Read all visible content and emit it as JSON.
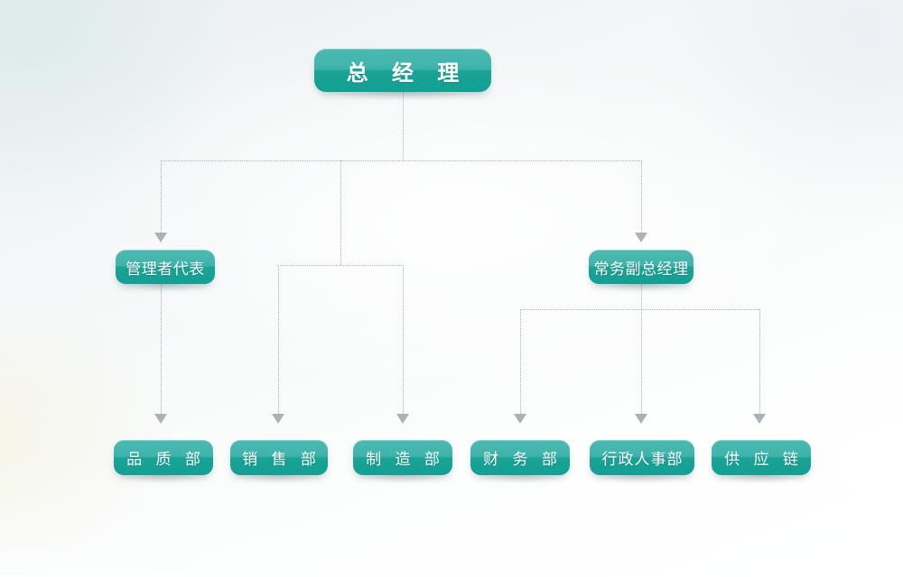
{
  "chart": {
    "type": "org-chart",
    "title": "",
    "theme_color": "#2aa89c",
    "connector_color": "#aab3bb",
    "background": "#f4f7f8",
    "levels": [
      {
        "level": 1,
        "nodes": [
          {
            "id": "general-manager",
            "label": "总 经 理"
          }
        ]
      },
      {
        "level": 2,
        "nodes": [
          {
            "id": "management-representative",
            "label": "管理者代表"
          },
          {
            "id": "executive-deputy-general-manager",
            "label": "常务副总经理"
          }
        ]
      },
      {
        "level": 3,
        "nodes": [
          {
            "id": "quality-department",
            "label": "品 质 部"
          },
          {
            "id": "sales-department",
            "label": "销 售 部"
          },
          {
            "id": "manufacturing-department",
            "label": "制 造 部"
          },
          {
            "id": "finance-department",
            "label": "财 务 部"
          },
          {
            "id": "administration-hr-department",
            "label": "行政人事部"
          },
          {
            "id": "supply-chain",
            "label": "供 应 链"
          }
        ]
      }
    ],
    "edges": [
      {
        "from": "general-manager",
        "to": "management-representative"
      },
      {
        "from": "general-manager",
        "to": "executive-deputy-general-manager"
      },
      {
        "from": "general-manager",
        "to": "sales-department"
      },
      {
        "from": "general-manager",
        "to": "manufacturing-department"
      },
      {
        "from": "management-representative",
        "to": "quality-department"
      },
      {
        "from": "executive-deputy-general-manager",
        "to": "finance-department"
      },
      {
        "from": "executive-deputy-general-manager",
        "to": "administration-hr-department"
      },
      {
        "from": "executive-deputy-general-manager",
        "to": "supply-chain"
      }
    ]
  }
}
